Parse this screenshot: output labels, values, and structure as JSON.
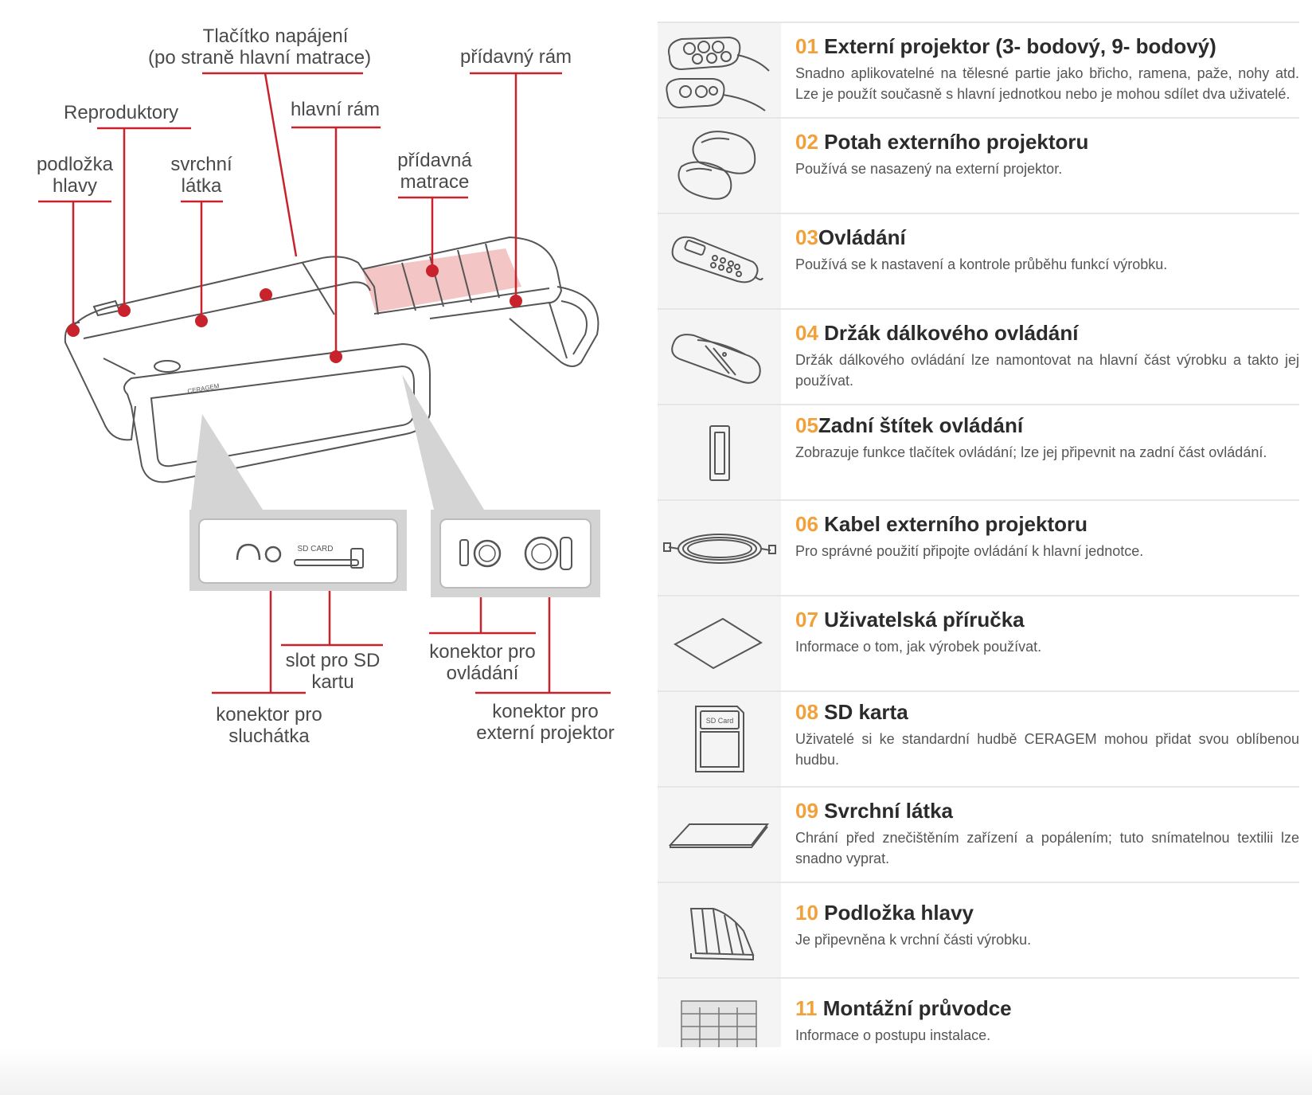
{
  "diagram": {
    "accent_color": "#c8232c",
    "labels": {
      "power_button": [
        "Tlačítko napájení",
        "(po straně hlavní matrace)"
      ],
      "extra_frame": "přídavný rám",
      "speakers": "Reproduktory",
      "main_frame": "hlavní rám",
      "head_pad": [
        "podložka",
        "hlavy"
      ],
      "top_fabric": [
        "svrchní",
        "látka"
      ],
      "extra_mattress": [
        "přídavná",
        "matrace"
      ],
      "sd_slot": [
        "slot pro SD",
        "kartu"
      ],
      "controller_connector": [
        "konektor pro",
        "ovládání"
      ],
      "headphone_connector": [
        "konektor pro",
        "sluchátka"
      ],
      "projector_connector": [
        "konektor pro",
        "externí projektor"
      ]
    },
    "panel_text": {
      "sd_card": "SD CARD"
    },
    "brand_text": "CERAGEM"
  },
  "parts": [
    {
      "num": "01",
      "title": "Externí projektor (3- bodový, 9- bodový)",
      "desc": "Snadno aplikovatelné na tělesné partie jako břicho, ramena, paže, nohy atd. Lze je použít současně s hlavní jednotkou nebo je mohou sdílet dva uživatelé.",
      "icon": "projector-icon"
    },
    {
      "num": "02",
      "title": "Potah externího projektoru",
      "desc": "Používá se nasazený na externí projektor.",
      "icon": "projector-cover-icon"
    },
    {
      "num": "03",
      "title": "Ovládání",
      "desc": "Používá se k nastavení a kontrole průběhu funkcí výrobku.",
      "icon": "remote-control-icon"
    },
    {
      "num": "04",
      "title": "Držák dálkového ovládání",
      "desc": "Držák dálkového ovládání lze namontovat na hlavní část výrobku a takto jej používat.",
      "icon": "remote-holder-icon"
    },
    {
      "num": "05",
      "title": "Zadní štítek ovládání",
      "desc": "Zobrazuje funkce tlačítek ovládání; lze jej připevnit na zadní část ovládání.",
      "icon": "back-label-icon"
    },
    {
      "num": "06",
      "title": "Kabel externího projektoru",
      "desc": "Pro správné použití připojte ovládání k hlavní jednotce.",
      "icon": "cable-icon"
    },
    {
      "num": "07",
      "title": "Uživatelská příručka",
      "desc": "Informace o tom, jak výrobek používat.",
      "icon": "manual-icon"
    },
    {
      "num": "08",
      "title": "SD karta",
      "desc": "Uživatelé si ke standardní hudbě CERAGEM mohou přidat svou oblíbenou hudbu.",
      "icon": "sd-card-icon",
      "icon_text": "SD Card"
    },
    {
      "num": "09",
      "title": "Svrchní látka",
      "desc": "Chrání před znečištěním zařízení a popálením; tuto snímatelnou textilii lze snadno vyprat.",
      "icon": "fabric-icon"
    },
    {
      "num": "10",
      "title": "Podložka hlavy",
      "desc": "Je připevněna k vrchní části výrobku.",
      "icon": "head-pad-icon"
    },
    {
      "num": "11",
      "title": "Montážní průvodce",
      "desc": "Informace o postupu instalace.",
      "icon": "install-guide-icon"
    }
  ]
}
